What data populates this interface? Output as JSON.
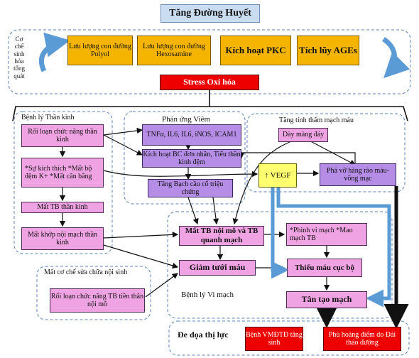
{
  "title": "Tăng Đường Huyết",
  "general_mechanism_label": "Cơ chế sinh hóa tổng quát",
  "general": {
    "polyol": "Lưu lượng con đường Polyol",
    "hexosamine": "Lưu lượng con đường Hexosamine",
    "pkc": "Kích hoạt PKC",
    "ages": "Tích lũy AGEs",
    "stress": "Stress Oxi hóa"
  },
  "neuro": {
    "label": "Bệnh lý Thần kinh",
    "dysfunction": "Rối loạn chức năng thần kinh",
    "symptoms": "*Sự kích thích *Mất bộ đệm K+ *Mất cân bằng",
    "cell_loss": "Mất TB thần kinh",
    "junction_loss": "Mất khớp nội mạch thần kinh"
  },
  "inflammation": {
    "label": "Phản ứng Viêm",
    "cytokines": "TNFα, IL6, IL6, iNOS, ICAM1",
    "activation": "Kích hoạt BC đơn nhân, Tiểu thần kinh đệm",
    "leukocytes": "Tăng Bạch cầu cổ triệu chứng"
  },
  "permeability": {
    "label": "Tăng tính thấm mạch máu",
    "thickening": "Dày màng đáy",
    "barrier": "Phá vỡ hàng rào máu-võng mạc",
    "vegf": "↑ VEGF"
  },
  "micro": {
    "label": "Bệnh lý Vi mạch",
    "endo_loss": "Mất TB nội mô và TB quanh mạch",
    "aneurysm": "*Phình vi mạch *Mao mạch TB",
    "perfusion": "Giảm tưới máu",
    "ischemia": "Thiếu máu cục bộ",
    "neovasc": "Tân tạo mạch"
  },
  "repair": {
    "label": "Mất cơ chế sửa chữa nội sinh",
    "dysfunction": "Rối loạn chức năng TB tiền thân nội mô"
  },
  "vision": {
    "label": "Đe dọa thị lực",
    "pdr": "Bệnh VMĐTĐ tăng sinh",
    "dme": "Phù hoàng điểm do Đái tháo đường"
  }
}
